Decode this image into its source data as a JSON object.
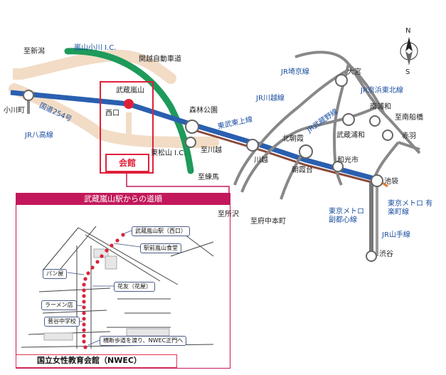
{
  "labels": {
    "to_niigata": "至新潟",
    "ranzan_ogawa_ic": "嵐山小川 I.C.",
    "kanetsu_expressway": "関越自動車道",
    "ogawamachi": "小川町",
    "route254": "国道254号",
    "jr_hachiko": "JR八高線",
    "musashi_ranzan": "武蔵嵐山",
    "nishiguchi": "西口",
    "higashi_matsuyama_ic": "東松山 I.C.",
    "shinrin_koen": "森林公園",
    "tobu_tojo": "東武東上線",
    "to_kawagoe": "至川越",
    "to_nerima": "至練馬",
    "kaikan": "会館",
    "jr_saikyo": "JR埼京線",
    "omiya": "大宮",
    "jr_kawagoe": "JR川越線",
    "jr_keihin_tohoku": "JR京浜東北線",
    "minami_urawa": "南浦和",
    "minami_funabashi": "至南船橋",
    "jr_musashino": "JR武蔵野線",
    "kita_asaka": "北朝霞",
    "musashi_urawa": "武蔵浦和",
    "akabane": "赤羽",
    "kawagoe": "川越",
    "asaka_dai": "朝霞台",
    "wakoshi": "和光市",
    "ikebukuro": "池袋",
    "to_tokorozawa": "至所沢",
    "to_fuchu_honmachi": "至府中本町",
    "metro_yurakucho": "東京メトロ 有楽町線",
    "metro_fukutoshin": "東京メトロ 副都心線",
    "jr_yamanote": "JR山手線",
    "shibuya": "渋谷",
    "compass_n": "N",
    "compass_s": "S"
  },
  "inset": {
    "title": "武蔵嵐山駅からの道順",
    "station_west_exit": "武蔵嵐山駅（西口）",
    "ekimae_ranzan_shokudo": "駅前嵐山食堂",
    "bakery": "パン屋",
    "hanatomo_florist": "花友（花屋）",
    "ramen_shop": "ラーメン店",
    "sugaya_junior_high": "菅谷中学校",
    "crosswalk_note": "横断歩道を渡り、NWEC正門へ",
    "nwec_name": "国立女性教育会館（NWEC）"
  },
  "colors": {
    "expressway": "#1e9a5a",
    "route254": "#f2dcc6",
    "tobu_tojo": "#2a5fb0",
    "jr_line": "#777777",
    "metro": "#8a8a8a",
    "accent_red": "#e0203a",
    "inset_magenta": "#c2185b",
    "route_dots": "#d8243c"
  }
}
